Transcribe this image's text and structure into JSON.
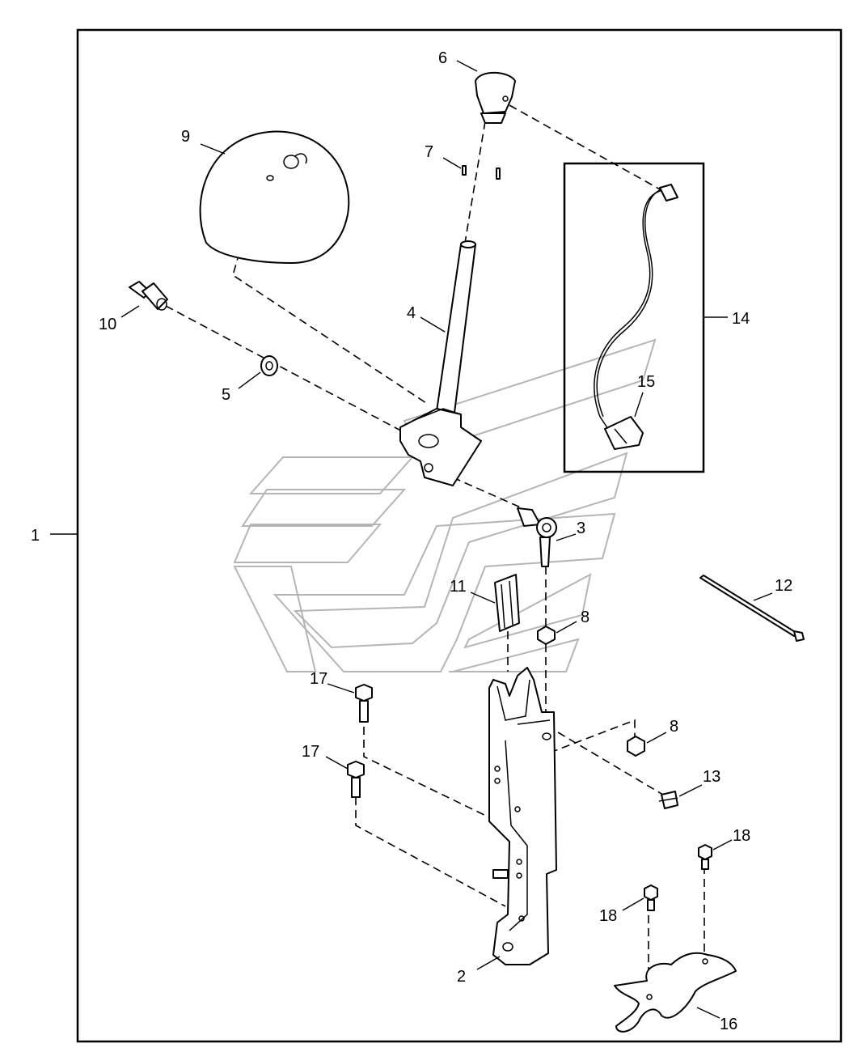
{
  "diagram": {
    "callouts": [
      {
        "id": "c1",
        "text": "1"
      },
      {
        "id": "c2",
        "text": "2"
      },
      {
        "id": "c3",
        "text": "3"
      },
      {
        "id": "c4",
        "text": "4"
      },
      {
        "id": "c5",
        "text": "5"
      },
      {
        "id": "c6",
        "text": "6"
      },
      {
        "id": "c7",
        "text": "7"
      },
      {
        "id": "c8a",
        "text": "8"
      },
      {
        "id": "c8b",
        "text": "8"
      },
      {
        "id": "c9",
        "text": "9"
      },
      {
        "id": "c10",
        "text": "10"
      },
      {
        "id": "c11",
        "text": "11"
      },
      {
        "id": "c12",
        "text": "12"
      },
      {
        "id": "c13",
        "text": "13"
      },
      {
        "id": "c14",
        "text": "14"
      },
      {
        "id": "c15",
        "text": "15"
      },
      {
        "id": "c16",
        "text": "16"
      },
      {
        "id": "c17a",
        "text": "17"
      },
      {
        "id": "c17b",
        "text": "17"
      },
      {
        "id": "c18a",
        "text": "18"
      },
      {
        "id": "c18b",
        "text": "18"
      }
    ]
  }
}
